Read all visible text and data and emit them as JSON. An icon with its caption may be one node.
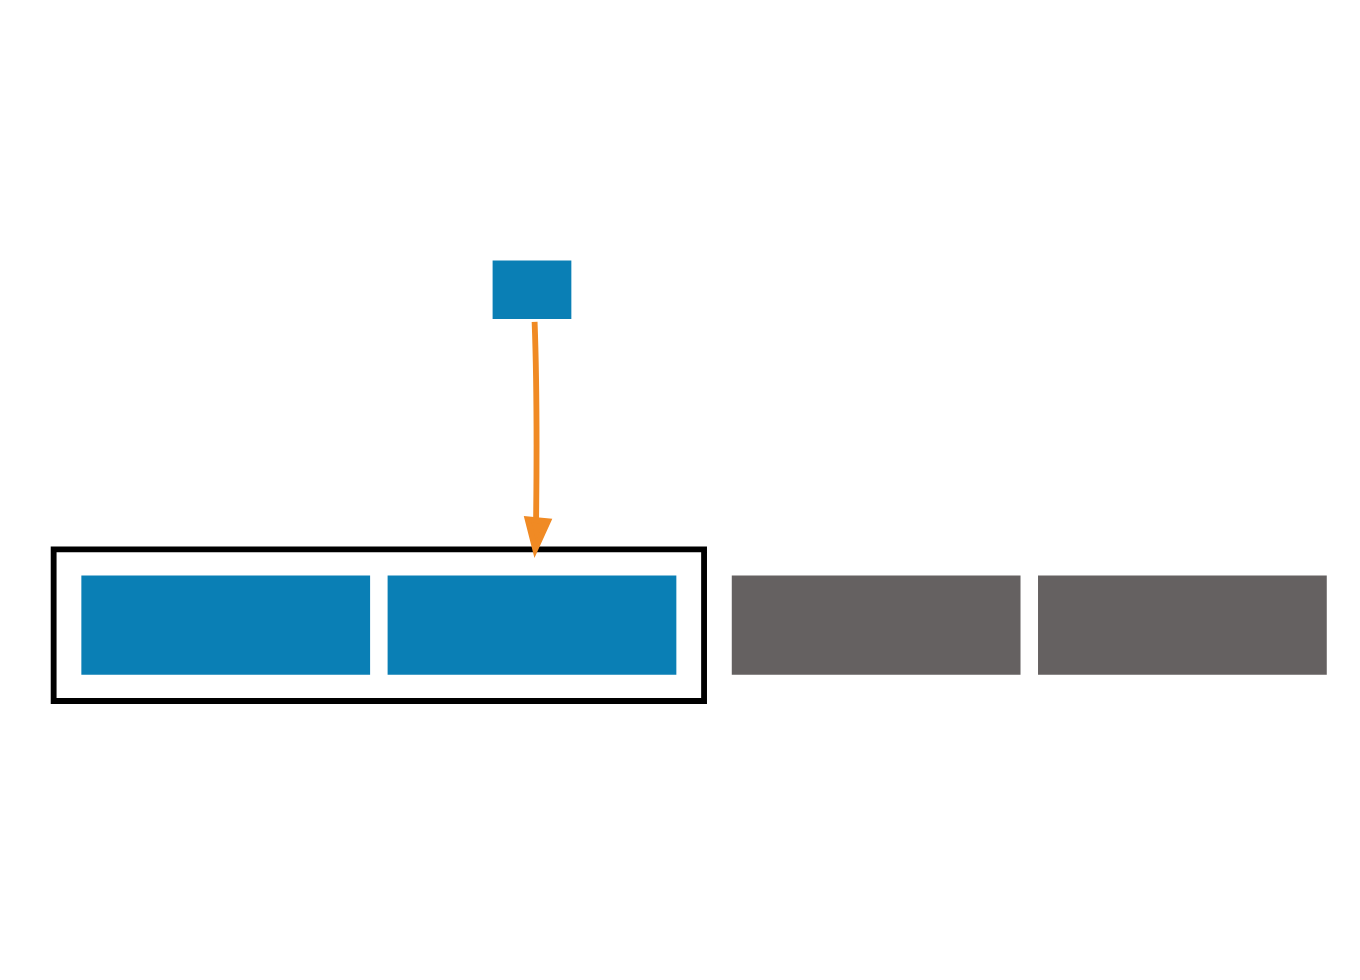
{
  "diagram": {
    "nodes": [
      {
        "text": [],
        "shape": "box"
      },
      {
        "text": [],
        "shape": "bracket"
      },
      {
        "text": [],
        "shape": "bar",
        "in": 1
      },
      {
        "text": [],
        "shape": "bar",
        "in": 1
      },
      {
        "text": [],
        "shape": "bar"
      },
      {
        "text": [],
        "shape": "bar"
      }
    ],
    "edges": [
      {
        "from": 0,
        "to": 1,
        "arrow": "to",
        "color": "#f08a24"
      }
    ]
  }
}
